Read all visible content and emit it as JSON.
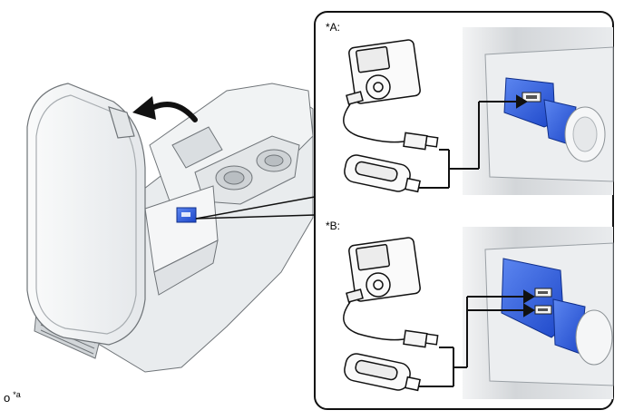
{
  "panels": {
    "a": {
      "label": "*A:"
    },
    "b": {
      "label": "*B:"
    }
  },
  "corner_note": {
    "prefix": "o",
    "superscript": "*a"
  },
  "colors": {
    "usb_port_highlight": "#2f62e3",
    "outline": "#1a1a1a",
    "console_fill": "#eef0f2",
    "wall_fill": "#d9dcdf"
  }
}
